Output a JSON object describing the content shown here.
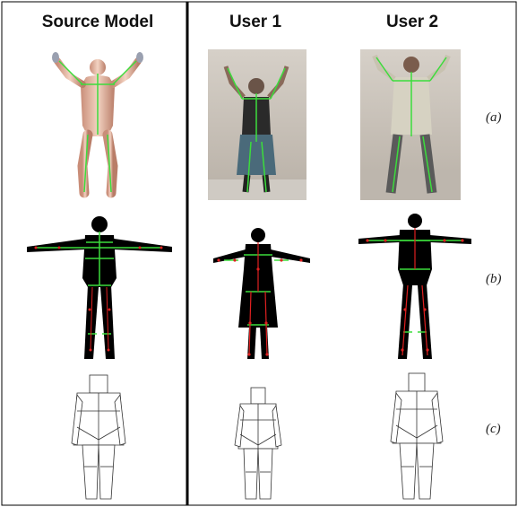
{
  "columns": [
    {
      "title": "Source Model"
    },
    {
      "title": "User 1"
    },
    {
      "title": "User 2"
    }
  ],
  "rows": [
    {
      "label": "(a)",
      "content": "color image with skeleton overlay"
    },
    {
      "label": "(b)",
      "content": "silhouette with skeleton joints"
    },
    {
      "label": "(c)",
      "content": "wireframe body mesh"
    }
  ],
  "colors": {
    "background": "#ffffff",
    "border": "#000000",
    "skeleton_bone": "#3cdc3c",
    "joint_marker": "#e02020",
    "silhouette": "#000000",
    "mesh_line": "#333333"
  }
}
